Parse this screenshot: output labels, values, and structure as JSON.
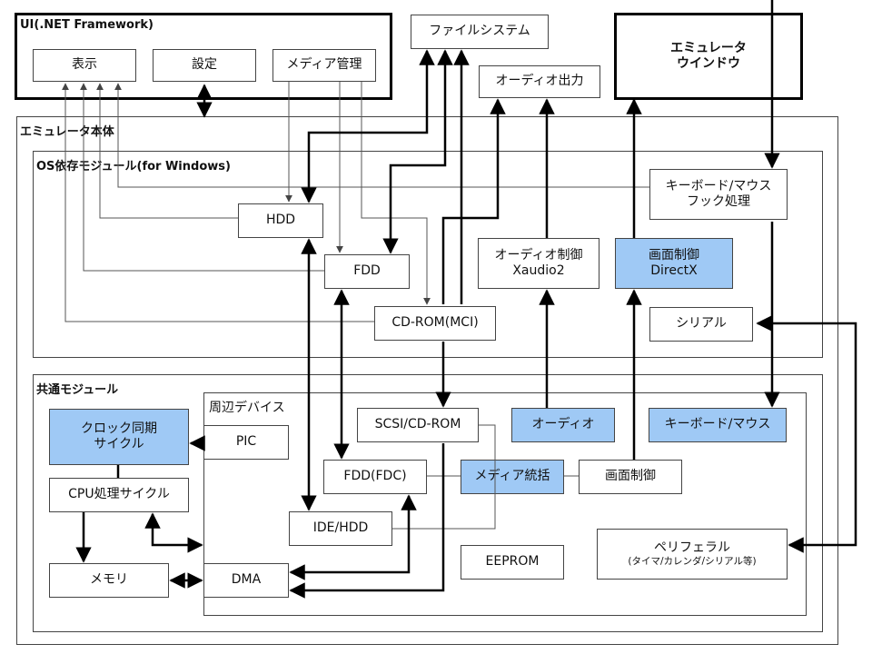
{
  "ui_framework": {
    "title": "UI(.NET Framework)",
    "display": "表示",
    "settings": "設定",
    "media_mgmt": "メディア管理"
  },
  "filesystem": "ファイルシステム",
  "audio_output": "オーディオ出力",
  "emu_window": {
    "line1": "エミュレータ",
    "line2": "ウインドウ"
  },
  "emulator_body": {
    "title": "エミュレータ本体"
  },
  "os_module": {
    "title": "OS依存モジュール(for Windows)",
    "hdd": "HDD",
    "fdd": "FDD",
    "cdrom": "CD-ROM(MCI)",
    "audio_ctrl": {
      "line1": "オーディオ制御",
      "line2": "Xaudio2"
    },
    "screen_ctrl": {
      "line1": "画面制御",
      "line2": "DirectX"
    },
    "kb_hook": {
      "line1": "キーボード/マウス",
      "line2": "フック処理"
    },
    "serial": "シリアル"
  },
  "common_module": {
    "title": "共通モジュール",
    "clock": {
      "line1": "クロック同期",
      "line2": "サイクル"
    },
    "cpu": "CPU処理サイクル",
    "memory": "メモリ",
    "peripheral_devices": "周辺デバイス",
    "pic": "PIC",
    "dma": "DMA",
    "scsi": "SCSI/CD-ROM",
    "fdc": "FDD(FDC)",
    "ide": "IDE/HDD",
    "audio": "オーディオ",
    "media_unify": "メディア統括",
    "screen_ctrl": "画面制御",
    "keyboard_mouse": "キーボード/マウス",
    "eeprom": "EEPROM",
    "peripheral": {
      "line1": "ペリフェラル",
      "line2": "(タイマ/カレンダ/シリアル等)"
    }
  }
}
